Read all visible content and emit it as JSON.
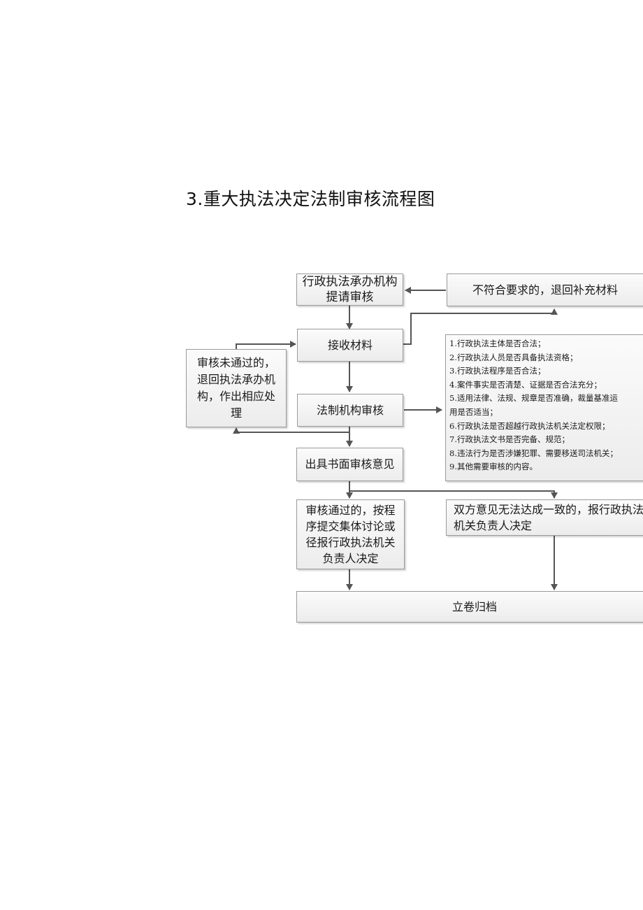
{
  "title": "3.重大执法决定法制审核流程图",
  "nodes": {
    "submit": "行政执法承办机构提请审核",
    "return_supplement": "不符合要求的，退回补充材料",
    "receive": "接收材料",
    "not_passed": "审核未通过的，退回执法承办机构，作出相应处理",
    "legal_review": "法制机构审核",
    "written_opinion": "出具书面审核意见",
    "passed": "审核通过的，按程序提交集体讨论或径报行政执法机关负责人决定",
    "disagree": "双方意见无法达成一致的，报行政执法机关负责人决定",
    "archive": "立卷归档"
  },
  "checklist": [
    "1.行政执法主体是否合法；",
    "2.行政执法人员是否具备执法资格；",
    "3.行政执法程序是否合法；",
    "4.案件事实是否清楚、证据是否合法充分；",
    "5.适用法律、法规、规章是否准确，裁量基准运",
    "用是否适当；",
    "6.行政执法是否超越行政执法机关法定权限；",
    "7.行政执法文书是否完备、规范；",
    "8.违法行为是否涉嫌犯罪、需要移送司法机关；",
    "9.其他需要审核的内容。"
  ]
}
